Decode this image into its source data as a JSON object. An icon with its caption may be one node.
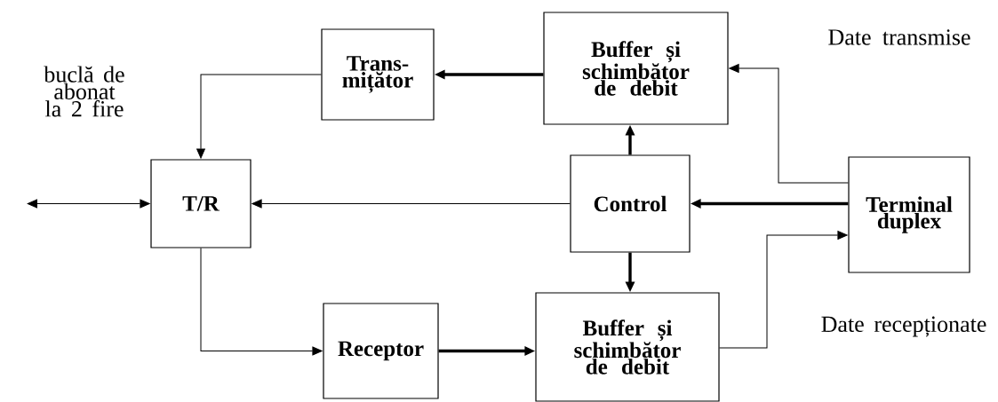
{
  "diagram": {
    "nodes": [
      {
        "text": [
          "Trans- mițător"
        ]
      },
      {
        "text": [
          "Buffer și schimbător de debit"
        ]
      },
      {
        "text": [
          "T/R"
        ]
      },
      {
        "text": [
          "Control"
        ]
      },
      {
        "text": [
          "Terminal duplex"
        ]
      },
      {
        "text": [
          "Receptor"
        ]
      },
      {
        "text": [
          "Buffer și schimbător de debit"
        ]
      }
    ],
    "edges": [
      {
        "from": 1,
        "to": 0,
        "arrow": "to",
        "style": "thick"
      },
      {
        "from": 0,
        "to": 2,
        "arrow": "to"
      },
      {
        "from": null,
        "to": 2,
        "arrow": "both"
      },
      {
        "from": 3,
        "to": 2,
        "arrow": "to"
      },
      {
        "from": 3,
        "to": 1,
        "arrow": "to",
        "style": "thick"
      },
      {
        "from": 3,
        "to": 6,
        "arrow": "to",
        "style": "thick"
      },
      {
        "from": 4,
        "to": 3,
        "arrow": "to",
        "style": "thick"
      },
      {
        "from": 4,
        "to": 1,
        "arrow": "to"
      },
      {
        "from": 6,
        "to": 4,
        "arrow": "to"
      },
      {
        "from": 2,
        "to": 5,
        "arrow": "to"
      },
      {
        "from": 5,
        "to": 6,
        "arrow": "to",
        "style": "thick"
      }
    ],
    "labels": [
      "buclă de abonat la 2 fire",
      "Date transmise",
      "Date recepționate"
    ]
  }
}
